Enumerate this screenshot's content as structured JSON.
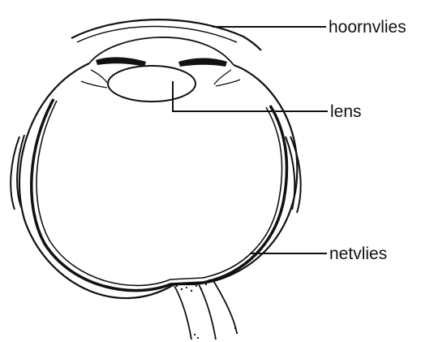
{
  "diagram": {
    "labels": {
      "cornea": "hoornvlies",
      "lens": "lens",
      "retina": "netvlies"
    }
  },
  "colors": {
    "ink": "#111111",
    "background": "#ffffff"
  }
}
